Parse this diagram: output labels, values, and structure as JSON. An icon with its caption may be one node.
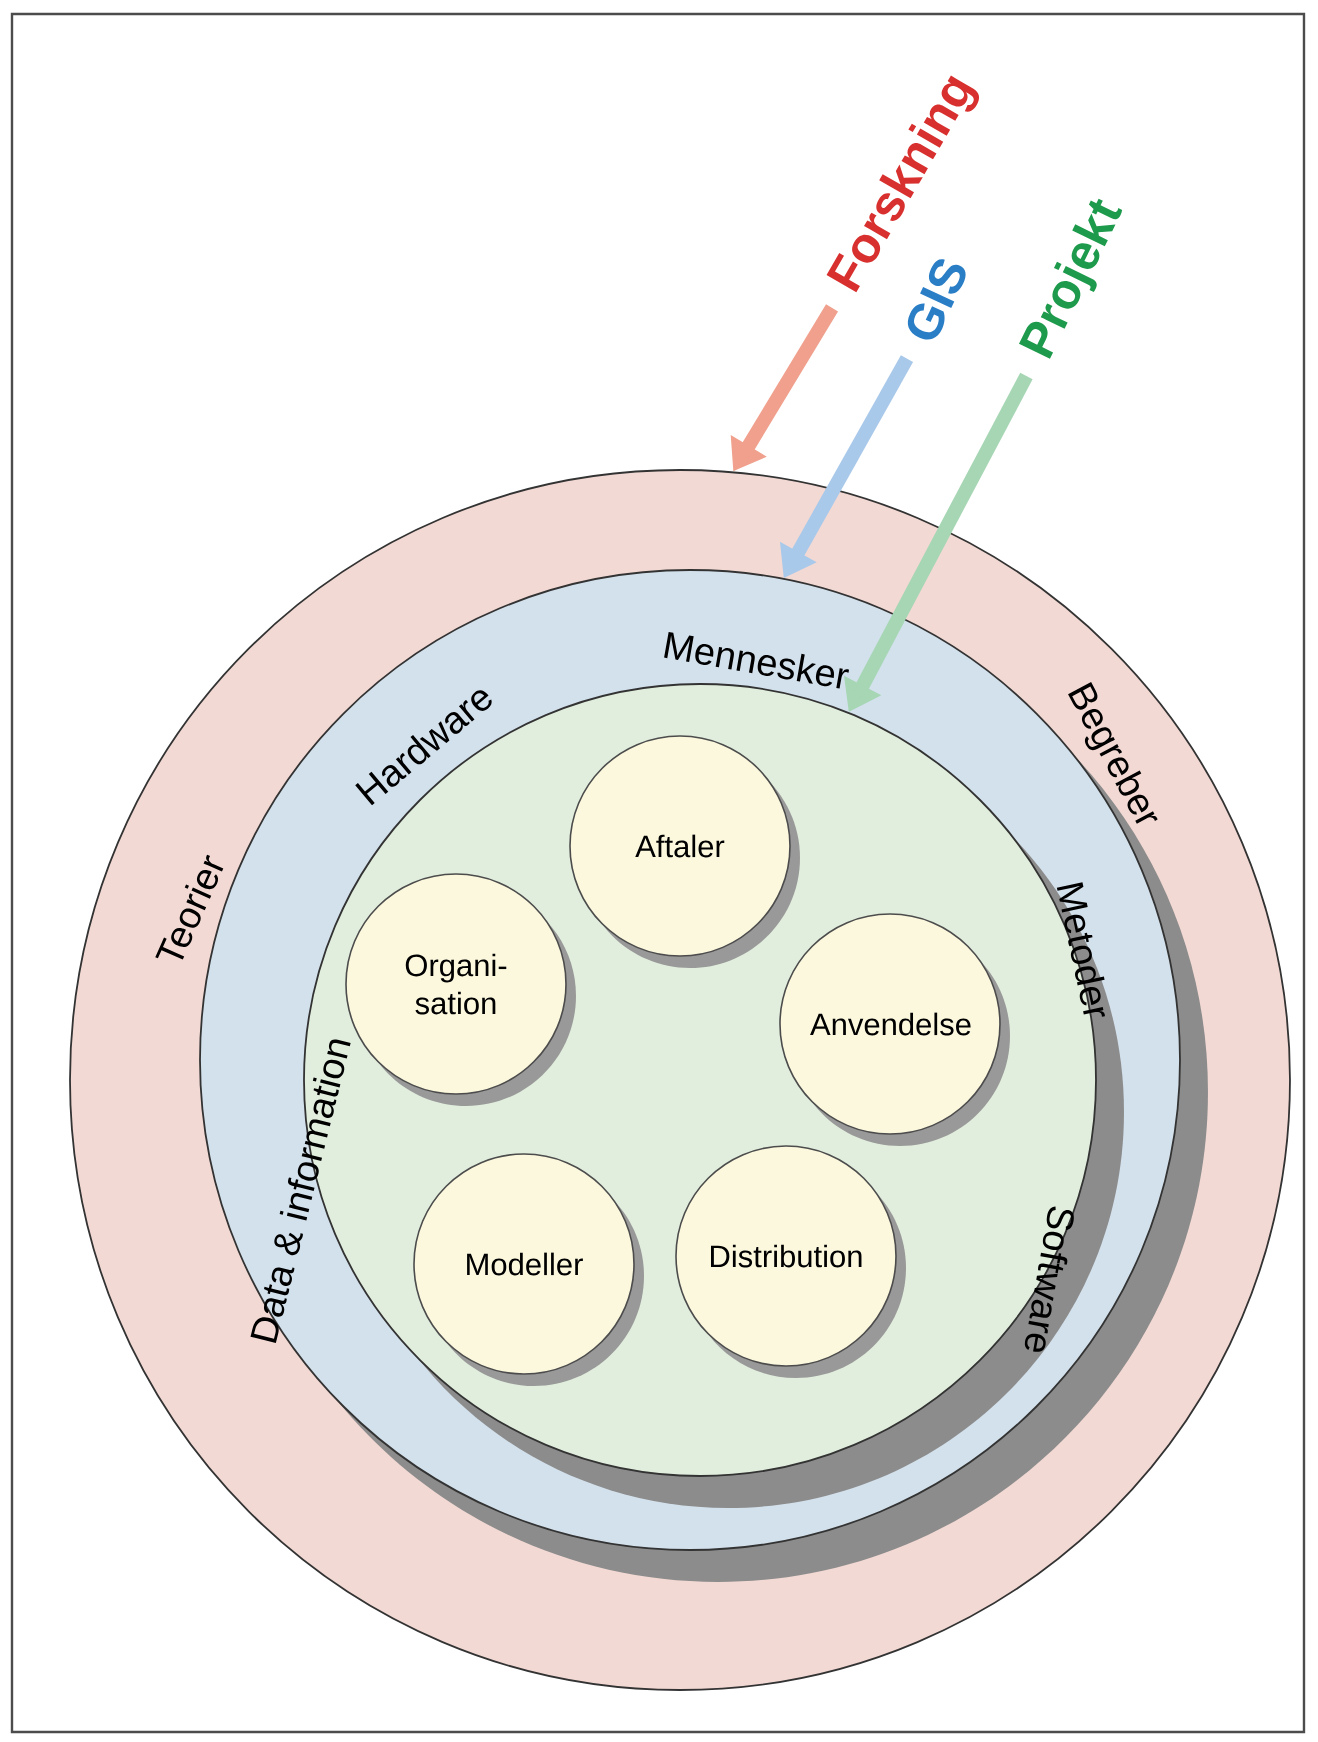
{
  "diagram": {
    "nodes": [
      {
        "text": [
          "Forskning"
        ]
      },
      {
        "text": [
          "GIS"
        ]
      },
      {
        "text": [
          "Projekt"
        ]
      },
      {
        "text": [
          "Teorier",
          "Begreber"
        ]
      },
      {
        "text": [
          "Hardware",
          "Mennesker",
          "Metoder",
          "Data & information",
          "Software"
        ],
        "in": 3
      },
      {
        "text": [],
        "shape": "circle",
        "in": 4
      },
      {
        "text": [
          "Aftaler"
        ],
        "in": 5
      },
      {
        "text": [
          "Organi- sation"
        ],
        "in": 5
      },
      {
        "text": [
          "Anvendelse"
        ],
        "in": 5
      },
      {
        "text": [
          "Modeller"
        ],
        "in": 5
      },
      {
        "text": [
          "Distribution"
        ],
        "in": 5
      }
    ],
    "edges": [
      {
        "from": 0,
        "to": 3,
        "arrow": "to",
        "color": "#f0a08c"
      },
      {
        "from": 1,
        "to": 4,
        "arrow": "to",
        "color": "#a9c9ea"
      },
      {
        "from": 2,
        "to": 5,
        "arrow": "to",
        "color": "#a6d6b4"
      }
    ]
  }
}
